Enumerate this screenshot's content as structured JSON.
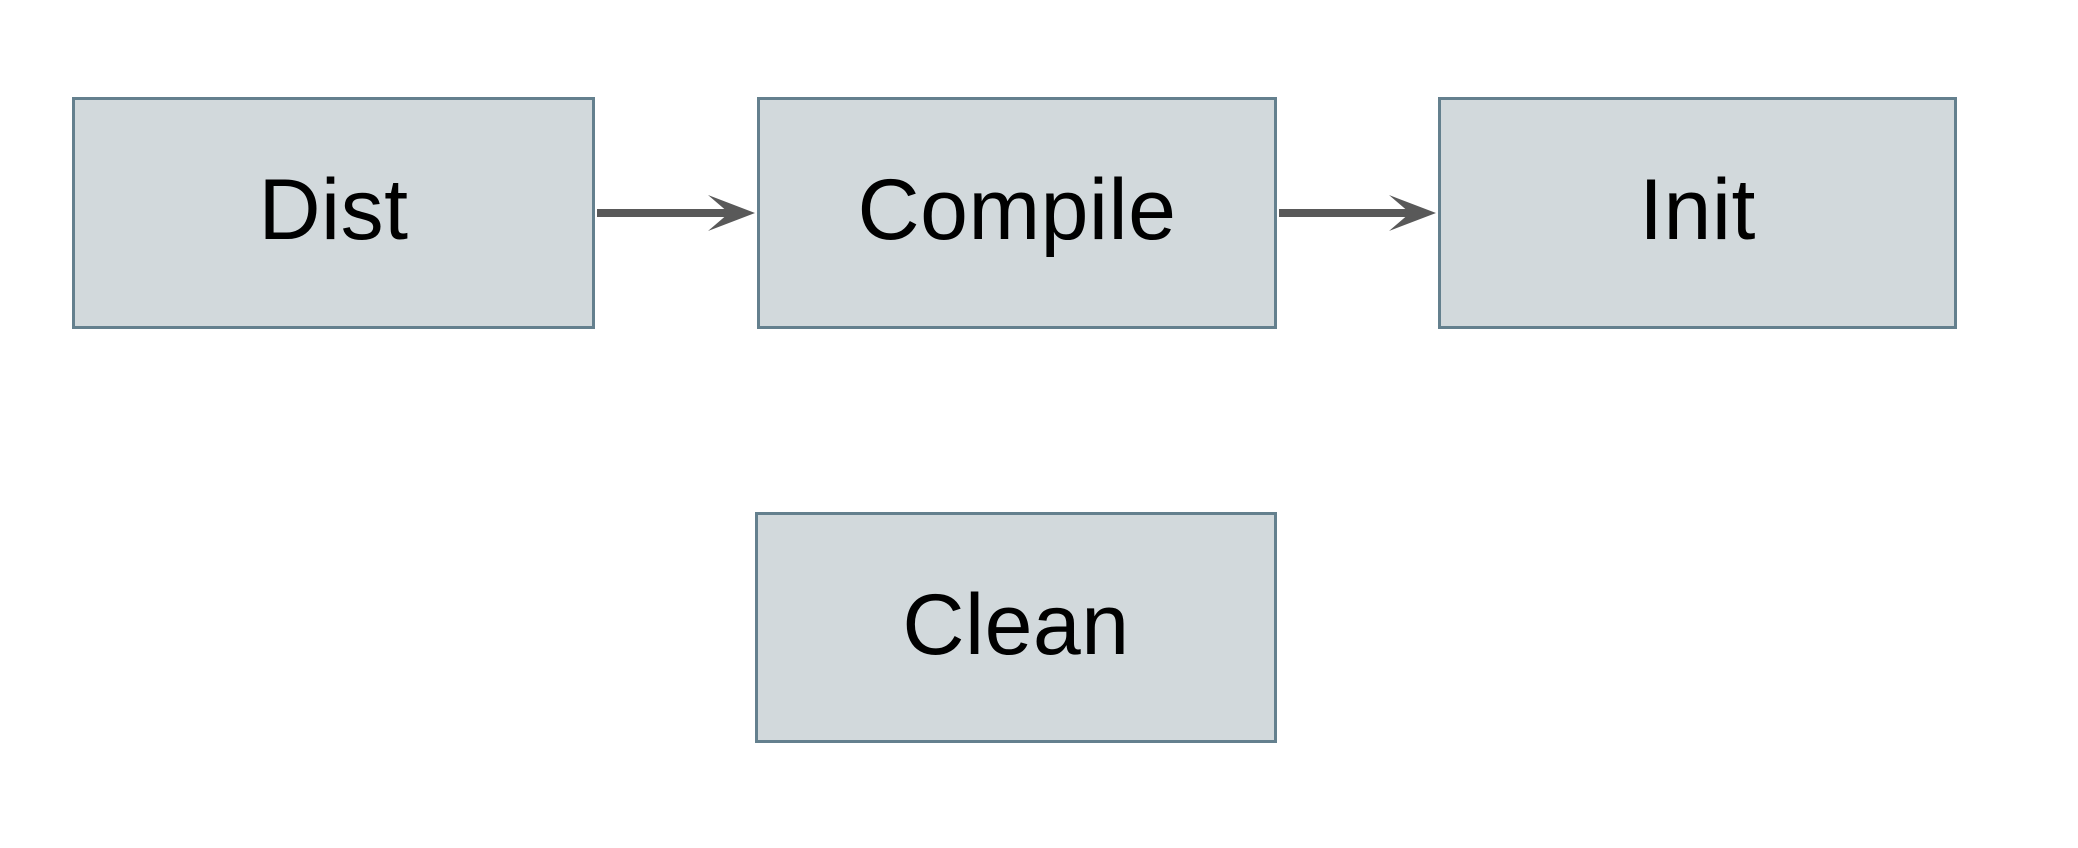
{
  "diagram": {
    "title": "build-targets-flow",
    "nodes": [
      {
        "id": "dist",
        "label": "Dist"
      },
      {
        "id": "compile",
        "label": "Compile"
      },
      {
        "id": "init",
        "label": "Init"
      },
      {
        "id": "clean",
        "label": "Clean"
      }
    ],
    "edges": [
      {
        "from": "dist",
        "to": "compile",
        "direction": "right"
      },
      {
        "from": "compile",
        "to": "init",
        "direction": "right"
      }
    ]
  },
  "theme": {
    "canvas_bg": "#ffffff",
    "node_fill": "#d2d9dc",
    "node_border": "#64808e",
    "arrow_color": "#595959",
    "text_color": "#000000"
  }
}
